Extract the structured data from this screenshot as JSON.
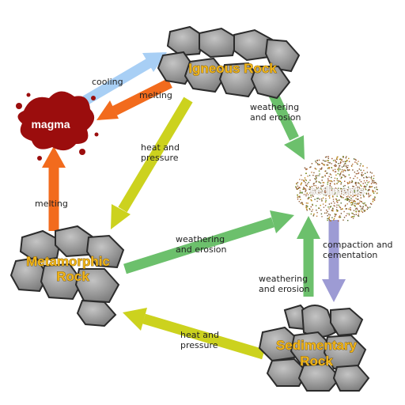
{
  "nodes": {
    "igneous": "Igneous Rock",
    "magma": "magma",
    "sediments": "sediments",
    "metamorphic_line1": "Metamorphic",
    "metamorphic_line2": "Rock",
    "sedimentary_line1": "Sedimentary",
    "sedimentary_line2": "Rock"
  },
  "processes": {
    "cooling": "cooling",
    "melting_igneous": "melting",
    "melting_metamorphic": "melting",
    "heat_pressure_igneous_1": "heat and",
    "heat_pressure_igneous_2": "pressure",
    "weathering_igneous_1": "weathering",
    "weathering_igneous_2": "and erosion",
    "weathering_metamorphic_1": "weathering",
    "weathering_metamorphic_2": "and erosion",
    "compaction_1": "compaction and",
    "compaction_2": "cementation",
    "weathering_sedimentary_1": "weathering",
    "weathering_sedimentary_2": "and erosion",
    "heat_pressure_sedimentary_1": "heat and",
    "heat_pressure_sedimentary_2": "pressure"
  },
  "colors": {
    "cooling_arrow": "#a8cff5",
    "melting_arrow": "#f26b1d",
    "heat_pressure_arrow": "#ccd21e",
    "weathering_arrow": "#6cc06c",
    "compaction_arrow": "#9d9bd4",
    "magma": "#9b0d0d",
    "rock_fill": "#8c8c8c",
    "node_label": "#f2b61a"
  }
}
